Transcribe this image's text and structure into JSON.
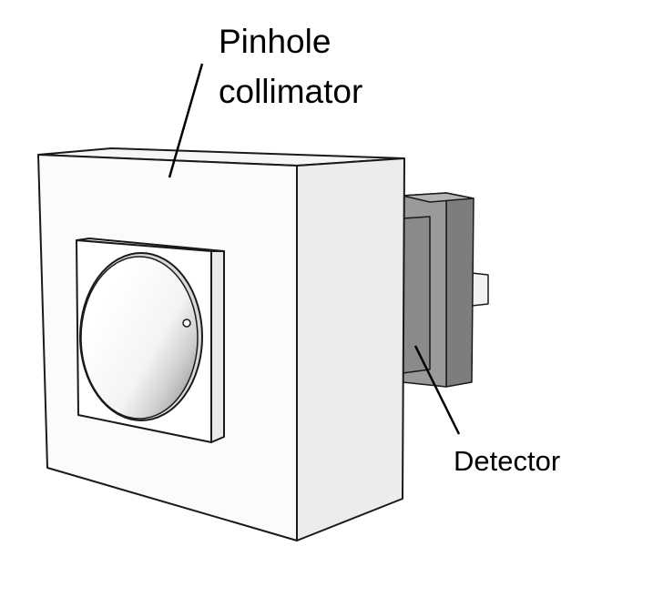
{
  "labels": {
    "collimator_line1": "Pinhole",
    "collimator_line2": "collimator",
    "detector": "Detector"
  },
  "colors": {
    "background": "#ffffff",
    "outline": "#1a1a1a",
    "face_light": "#f8f8f8",
    "face_side": "#ececec",
    "detector_front": "#9a9a9a",
    "detector_side": "#808080",
    "detector_dark": "#6a6a6a"
  }
}
